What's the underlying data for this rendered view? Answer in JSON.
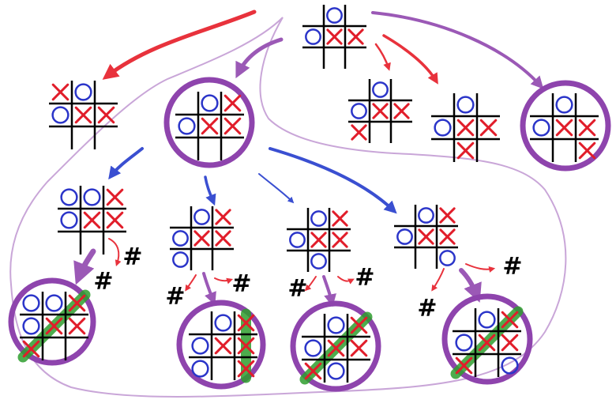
{
  "diagram": {
    "title": "",
    "colors": {
      "x": "#e11d2a",
      "o": "#2b35c9",
      "grid": "#000000",
      "win_circle": "#8e44ad",
      "win_line": "#2e9e2e",
      "arrow_red": "#e8323c",
      "arrow_purple": "#9b59b6",
      "arrow_blue": "#3a4fd1",
      "outline": "#c9a6d8"
    },
    "terminal_symbol": "#",
    "boards": [
      {
        "id": "root",
        "cells": [
          " ",
          "O",
          " ",
          "O",
          "X",
          "X",
          " ",
          " ",
          " "
        ],
        "win": false
      },
      {
        "id": "l1-a",
        "cells": [
          "X",
          "O",
          " ",
          "O",
          "X",
          "X",
          " ",
          " ",
          " "
        ],
        "win": false
      },
      {
        "id": "l1-b",
        "cells": [
          " ",
          "O",
          "X",
          "O",
          "X",
          "X",
          " ",
          " ",
          " "
        ],
        "win": true
      },
      {
        "id": "l1-c",
        "cells": [
          " ",
          "O",
          " ",
          "O",
          "X",
          "X",
          "X",
          " ",
          " "
        ],
        "win": false
      },
      {
        "id": "l1-d",
        "cells": [
          " ",
          "O",
          " ",
          "O",
          "X",
          "X",
          " ",
          "X",
          " "
        ],
        "win": false
      },
      {
        "id": "l1-e",
        "cells": [
          " ",
          "O",
          " ",
          "O",
          "X",
          "X",
          " ",
          " ",
          "X"
        ],
        "win": true
      },
      {
        "id": "l2-a",
        "cells": [
          "O",
          "O",
          "X",
          "O",
          "X",
          "X",
          " ",
          " ",
          " "
        ],
        "win": false
      },
      {
        "id": "l2-b",
        "cells": [
          " ",
          "O",
          "X",
          "O",
          "X",
          "X",
          "O",
          " ",
          " "
        ],
        "win": false
      },
      {
        "id": "l2-c",
        "cells": [
          " ",
          "O",
          "X",
          "O",
          "X",
          "X",
          " ",
          "O",
          " "
        ],
        "win": false
      },
      {
        "id": "l2-d",
        "cells": [
          " ",
          "O",
          "X",
          "O",
          "X",
          "X",
          " ",
          " ",
          "O"
        ],
        "win": false
      },
      {
        "id": "l3-a",
        "cells": [
          "O",
          "O",
          "X",
          "O",
          "X",
          "X",
          "X",
          " ",
          " "
        ],
        "win": true,
        "line": "anti"
      },
      {
        "id": "l3-b",
        "cells": [
          " ",
          "O",
          "X",
          "O",
          "X",
          "X",
          "O",
          " ",
          "X"
        ],
        "win": true,
        "line": "right-col"
      },
      {
        "id": "l3-c",
        "cells": [
          " ",
          "O",
          "X",
          "O",
          "X",
          "X",
          "X",
          "O",
          " "
        ],
        "win": true,
        "line": "anti"
      },
      {
        "id": "l3-d",
        "cells": [
          " ",
          "O",
          "X",
          "O",
          "X",
          "X",
          "X",
          " ",
          "O"
        ],
        "win": true,
        "line": "anti"
      }
    ]
  }
}
